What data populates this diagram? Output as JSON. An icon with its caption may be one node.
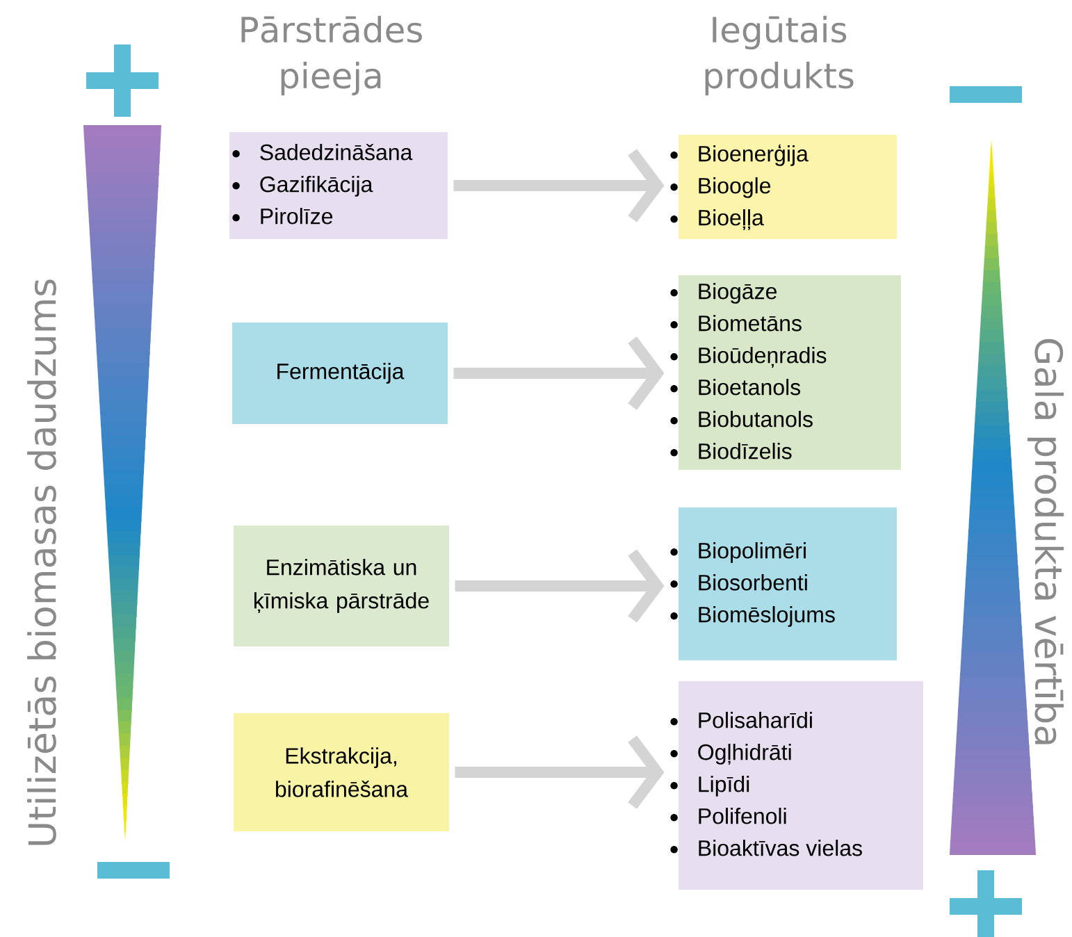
{
  "diagram": {
    "nodes": [
      {
        "text": [
          "Sadedzināšana",
          "Gazifikācija",
          "Pirolīze"
        ]
      },
      {
        "text": [
          "Fermentācija"
        ]
      },
      {
        "text": [
          "Enzimātiska un ķīmiska pārstrāde"
        ]
      },
      {
        "text": [
          "Ekstrakcija, biorafinēšana"
        ]
      },
      {
        "text": [
          "Bioenerģija",
          "Bioogle",
          "Bioeļļa"
        ]
      },
      {
        "text": [
          "Biogāze",
          "Biometāns",
          "Bioūdeņradis",
          "Bioetanols",
          "Biobutanols",
          "Biodīzelis"
        ]
      },
      {
        "text": [
          "Biopolimēri",
          "Biosorbenti",
          "Biomēslojums"
        ]
      },
      {
        "text": [
          "Polisaharīdi",
          "Ogļhidrāti",
          "Lipīdi",
          "Polifenoli",
          "Bioaktīvas vielas"
        ]
      }
    ],
    "edges": [
      {
        "from": 0,
        "to": 4,
        "arrow": "to"
      },
      {
        "from": 1,
        "to": 5,
        "arrow": "to"
      },
      {
        "from": 2,
        "to": 6,
        "arrow": "to"
      },
      {
        "from": 3,
        "to": 7,
        "arrow": "to"
      }
    ],
    "labels": [
      "Pārstrādes pieeja",
      "Iegūtais produkts",
      "Utilizētās biomasas daudzums",
      "Gala produkta vērtība"
    ]
  }
}
